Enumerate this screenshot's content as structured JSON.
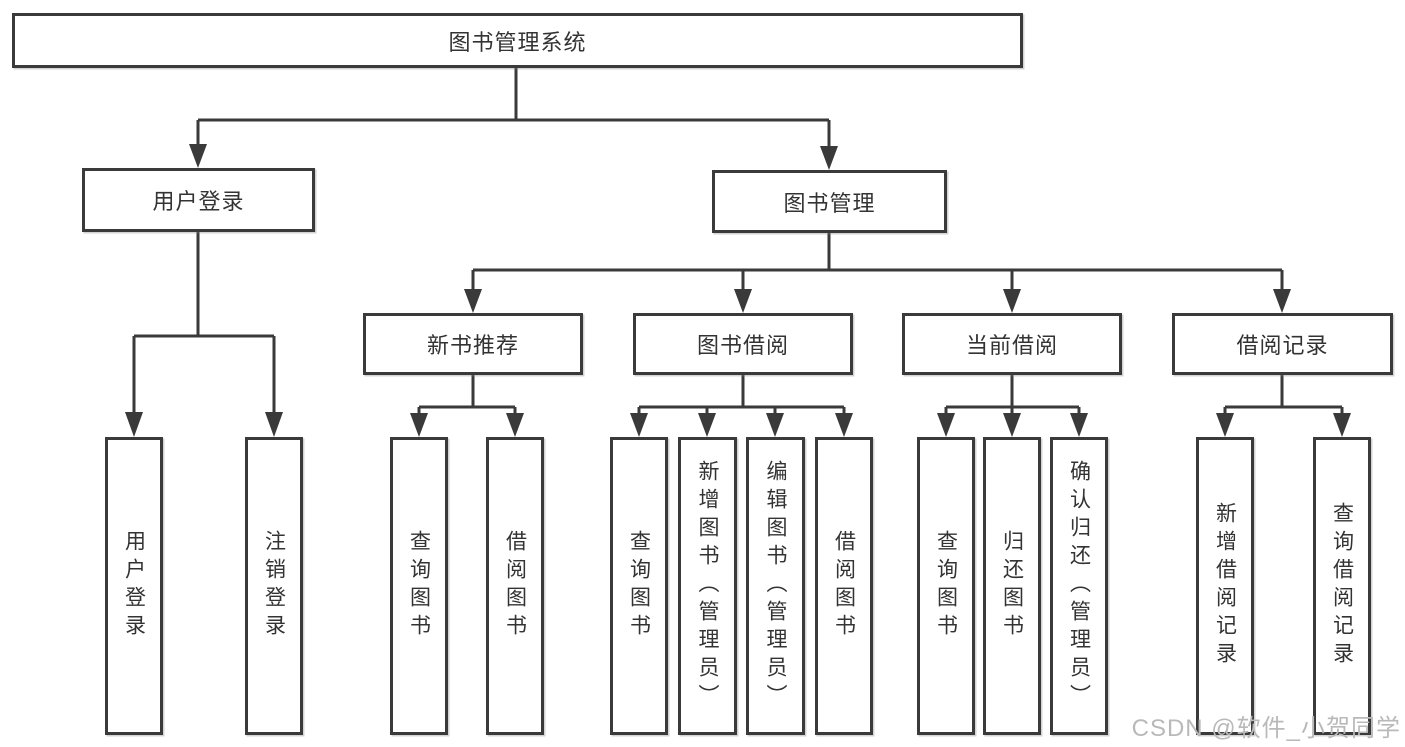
{
  "diagram": {
    "type": "hierarchy-flowchart",
    "colors": {
      "line": "#3a3a3a",
      "text": "#333333",
      "box_background": "#ffffff",
      "watermark": "#b9b9b9"
    },
    "tree": {
      "root": {
        "label": "图书管理系统"
      },
      "branches": [
        {
          "label": "用户登录",
          "children": [
            {
              "label": "用户登录"
            },
            {
              "label": "注销登录"
            }
          ]
        },
        {
          "label": "图书管理",
          "children": [
            {
              "label": "新书推荐",
              "children": [
                {
                  "label": "查询图书"
                },
                {
                  "label": "借阅图书"
                }
              ]
            },
            {
              "label": "图书借阅",
              "children": [
                {
                  "label": "查询图书"
                },
                {
                  "label": "新增图书（管理员）"
                },
                {
                  "label": "编辑图书（管理员）"
                },
                {
                  "label": "借阅图书"
                }
              ]
            },
            {
              "label": "当前借阅",
              "children": [
                {
                  "label": "查询图书"
                },
                {
                  "label": "归还图书"
                },
                {
                  "label": "确认归还（管理员）"
                }
              ]
            },
            {
              "label": "借阅记录",
              "children": [
                {
                  "label": "新增借阅记录"
                },
                {
                  "label": "查询借阅记录"
                }
              ]
            }
          ]
        }
      ]
    },
    "watermark": "CSDN @软件_小贺同学"
  }
}
